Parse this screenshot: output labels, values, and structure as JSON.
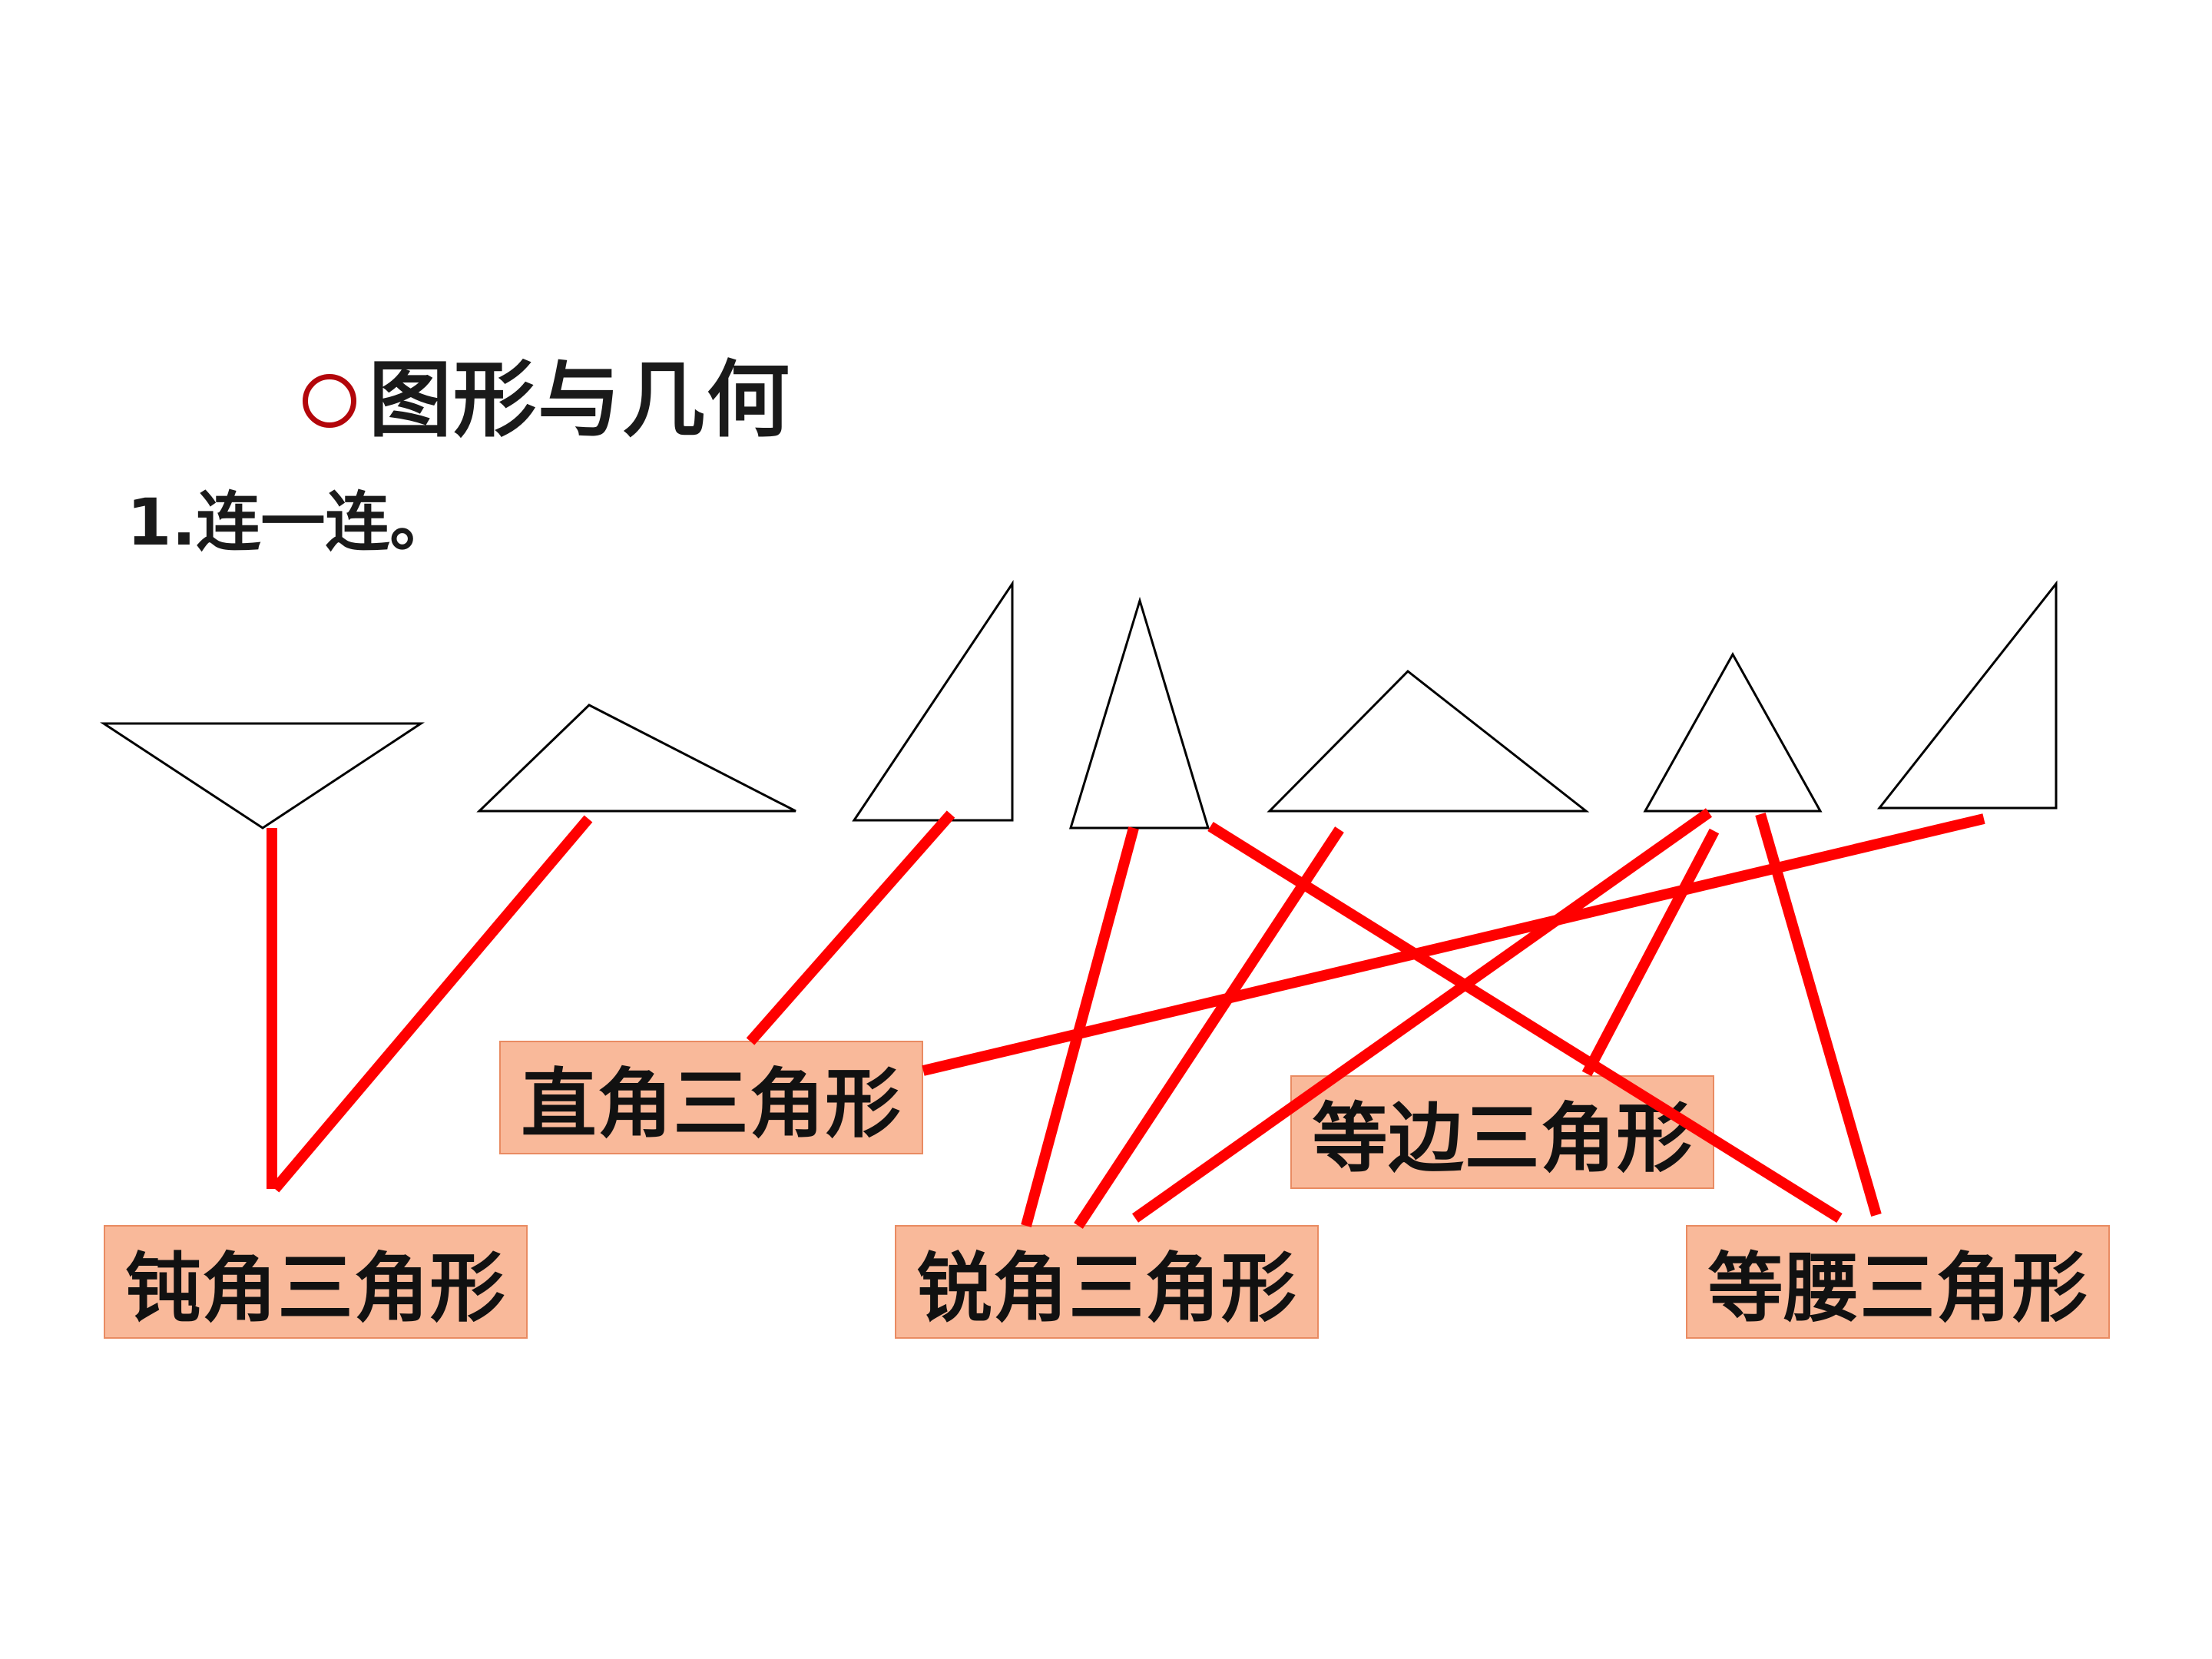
{
  "section": {
    "bullet_icon": "circle-outline-icon",
    "bullet_color": "#b3060b",
    "title": "图形与几何"
  },
  "question": {
    "instruction": "1.连一连。"
  },
  "labels": {
    "obtuse": "钝角三角形",
    "right": "直角三角形",
    "acute": "锐角三角形",
    "equilateral": "等边三角形",
    "isosceles": "等腰三角形"
  },
  "colors": {
    "connector": "#ff0000",
    "label_fill": "#f9b99a",
    "label_border": "#e98b62",
    "triangle_stroke": "#000000"
  }
}
